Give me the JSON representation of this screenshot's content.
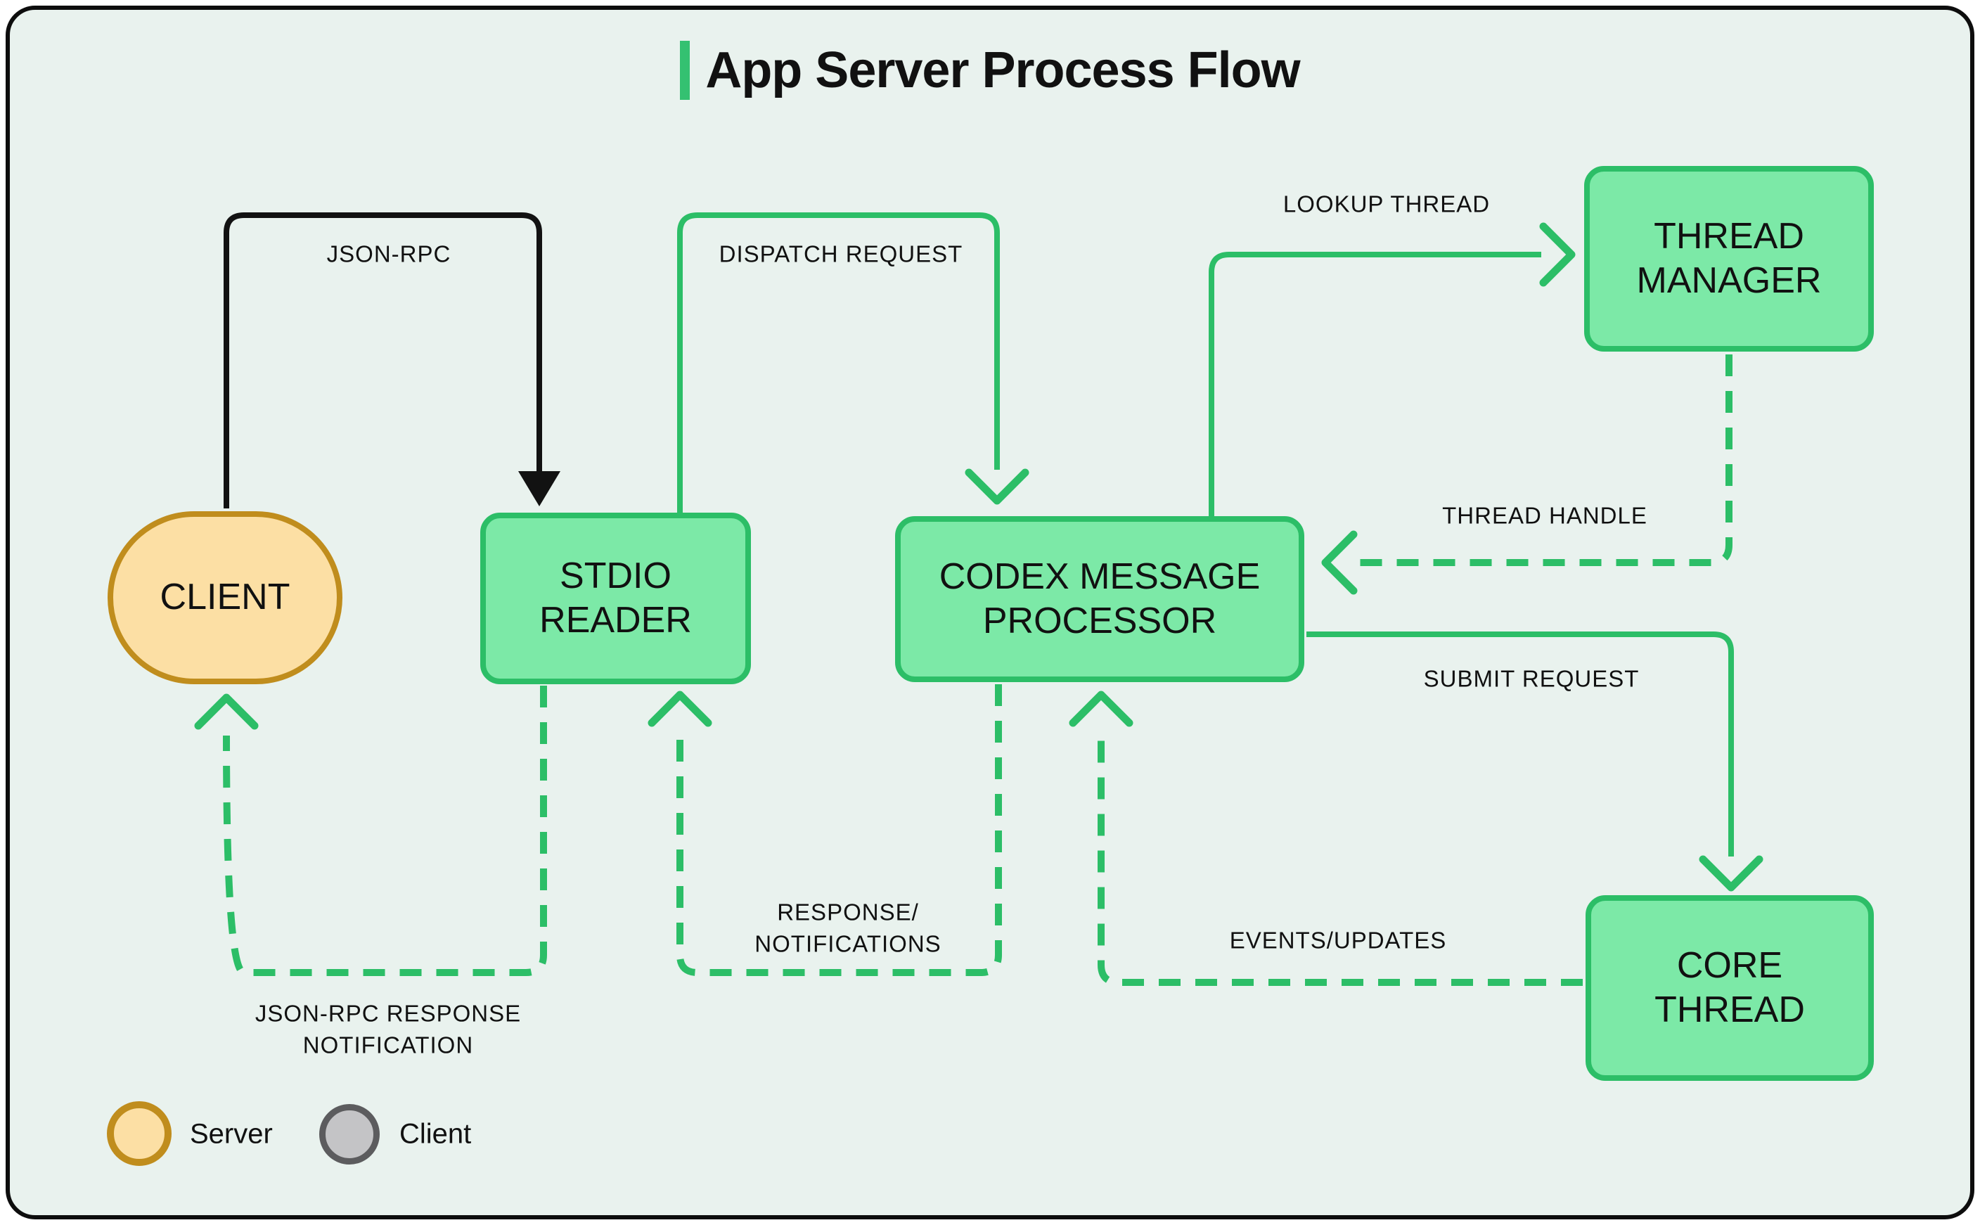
{
  "title": {
    "text": "App Server Process Flow"
  },
  "colors": {
    "page_bg": "#ffffff",
    "canvas_bg": "#e9f2ee",
    "frame_border": "#0d0d0d",
    "accent_green": "#34c171",
    "node_fill": "#7ce9a7",
    "node_border": "#2cbe67",
    "line_green": "#2cbe67",
    "line_black": "#121212",
    "client_fill": "#fcdfa4",
    "client_border": "#c08d1d",
    "legend_gray_fill": "#c4c4c6",
    "legend_gray_border": "#5c5c5e",
    "text": "#111111"
  },
  "nodes": {
    "client": {
      "label": "CLIENT",
      "shape": "stadium",
      "color_role": "server-orange"
    },
    "stdio_reader": {
      "label": "STDIO\nREADER",
      "shape": "box",
      "color_role": "process-green"
    },
    "codex_processor": {
      "label": "CODEX MESSAGE\nPROCESSOR",
      "shape": "box",
      "color_role": "process-green"
    },
    "thread_manager": {
      "label": "THREAD\nMANAGER",
      "shape": "box",
      "color_role": "process-green"
    },
    "core_thread": {
      "label": "CORE\nTHREAD",
      "shape": "box",
      "color_role": "process-green"
    }
  },
  "edges": {
    "json_rpc": {
      "label": "JSON-RPC",
      "from": "client",
      "to": "stdio_reader",
      "style": "solid",
      "color": "black"
    },
    "dispatch_request": {
      "label": "DISPATCH REQUEST",
      "from": "stdio_reader",
      "to": "codex_processor",
      "style": "solid",
      "color": "green"
    },
    "lookup_thread": {
      "label": "LOOKUP THREAD",
      "from": "codex_processor",
      "to": "thread_manager",
      "style": "solid",
      "color": "green"
    },
    "thread_handle": {
      "label": "THREAD HANDLE",
      "from": "thread_manager",
      "to": "codex_processor",
      "style": "dashed",
      "color": "green"
    },
    "submit_request": {
      "label": "SUBMIT REQUEST",
      "from": "codex_processor",
      "to": "core_thread",
      "style": "solid",
      "color": "green"
    },
    "response_notifications": {
      "label": "RESPONSE/\nNOTIFICATIONS",
      "from": "codex_processor",
      "to": "stdio_reader",
      "style": "dashed",
      "color": "green"
    },
    "events_updates": {
      "label": "EVENTS/UPDATES",
      "from": "core_thread",
      "to": "codex_processor",
      "style": "dashed",
      "color": "green"
    },
    "json_rpc_response_notification": {
      "label": "JSON-RPC RESPONSE\nNOTIFICATION",
      "from": "stdio_reader",
      "to": "client",
      "style": "dashed",
      "color": "green"
    }
  },
  "legend": {
    "server": {
      "label": "Server",
      "swatch": "orange-circle"
    },
    "client": {
      "label": "Client",
      "swatch": "gray-circle"
    }
  }
}
